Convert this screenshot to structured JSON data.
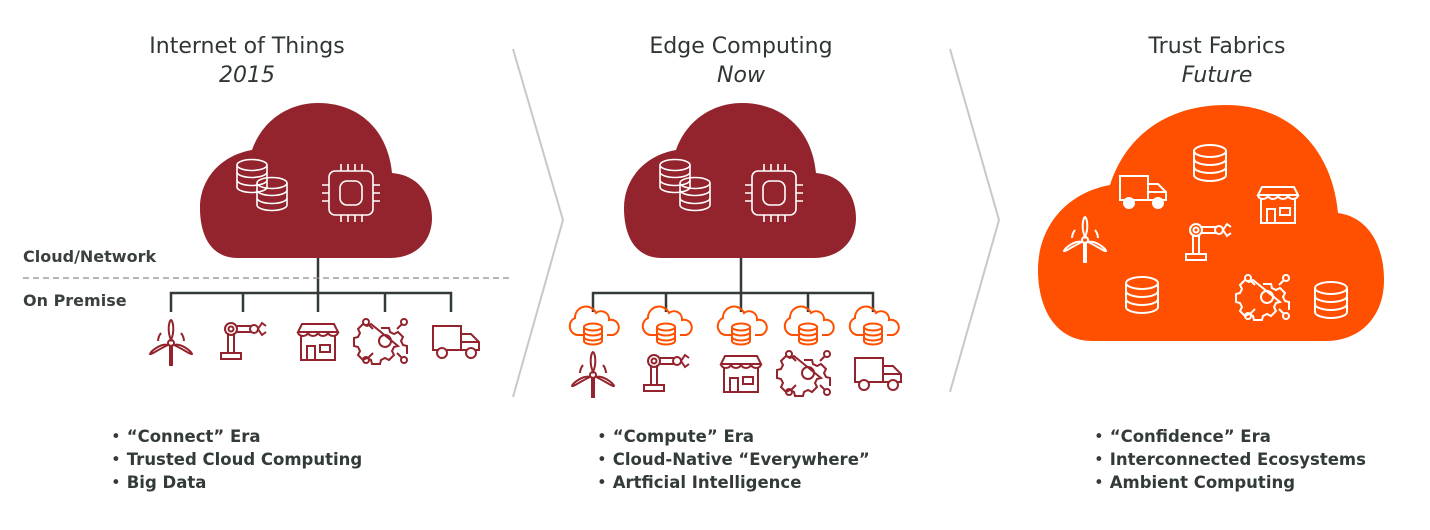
{
  "colors": {
    "maroon": "#93232c",
    "orange": "#fe5000",
    "tree_line": "#333b3a",
    "divider": "#c8c8c8",
    "dashed": "#8c8c8c",
    "text": "#333b3a"
  },
  "zones": {
    "cloud_network": "Cloud/Network",
    "on_premise": "On Premise"
  },
  "stages": [
    {
      "title": "Internet of Things",
      "subtitle": "2015",
      "cloud_icons": [
        "database-stack-icon",
        "chip-icon"
      ],
      "device_icons": [
        "wind-turbine-icon",
        "robot-arm-icon",
        "store-icon",
        "gear-network-icon",
        "truck-icon"
      ],
      "bullets": [
        "“Connect” Era",
        "Trusted Cloud Computing",
        "Big Data"
      ]
    },
    {
      "title": "Edge Computing",
      "subtitle": "Now",
      "cloud_icons": [
        "database-stack-icon",
        "chip-icon"
      ],
      "edge_icons": [
        "cloud-database-icon",
        "cloud-database-icon",
        "cloud-database-icon",
        "cloud-database-icon",
        "cloud-database-icon"
      ],
      "device_icons": [
        "wind-turbine-icon",
        "robot-arm-icon",
        "store-icon",
        "gear-network-icon",
        "truck-icon"
      ],
      "bullets": [
        "“Compute” Era",
        "Cloud-Native “Everywhere”",
        "Artficial Intelligence"
      ]
    },
    {
      "title": "Trust Fabrics",
      "subtitle": "Future",
      "cloud_icons": [
        "truck-icon",
        "database-icon",
        "store-icon",
        "wind-turbine-icon",
        "robot-arm-icon",
        "database-icon",
        "gear-network-icon",
        "database-icon"
      ],
      "bullets": [
        "“Confidence” Era",
        "Interconnected Ecosystems",
        "Ambient Computing"
      ]
    }
  ]
}
